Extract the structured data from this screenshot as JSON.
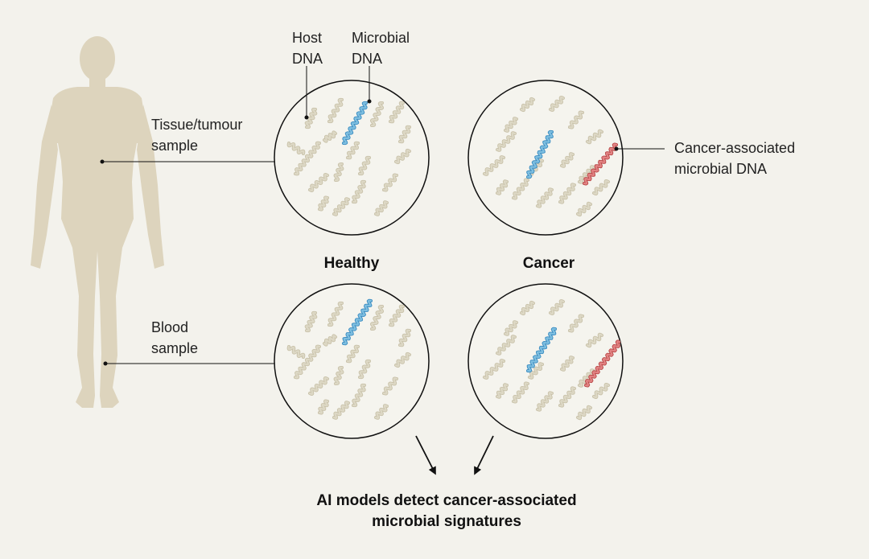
{
  "labels": {
    "host_dna": [
      "Host",
      "DNA"
    ],
    "microbial_dna": [
      "Microbial",
      "DNA"
    ],
    "tissue_sample": [
      "Tissue/tumour",
      "sample"
    ],
    "blood_sample": [
      "Blood",
      "sample"
    ],
    "cancer_associated": [
      "Cancer-associated",
      "microbial DNA"
    ],
    "healthy": "Healthy",
    "cancer": "Cancer",
    "conclusion": [
      "AI models detect cancer-associated",
      "microbial signatures"
    ]
  },
  "colors": {
    "background": "#f3f2ec",
    "body_silhouette": "#ddd4bd",
    "host_dna": "#ddd8c5",
    "microbial_dna": "#7fbfe0",
    "cancer_dna": "#e28383"
  }
}
